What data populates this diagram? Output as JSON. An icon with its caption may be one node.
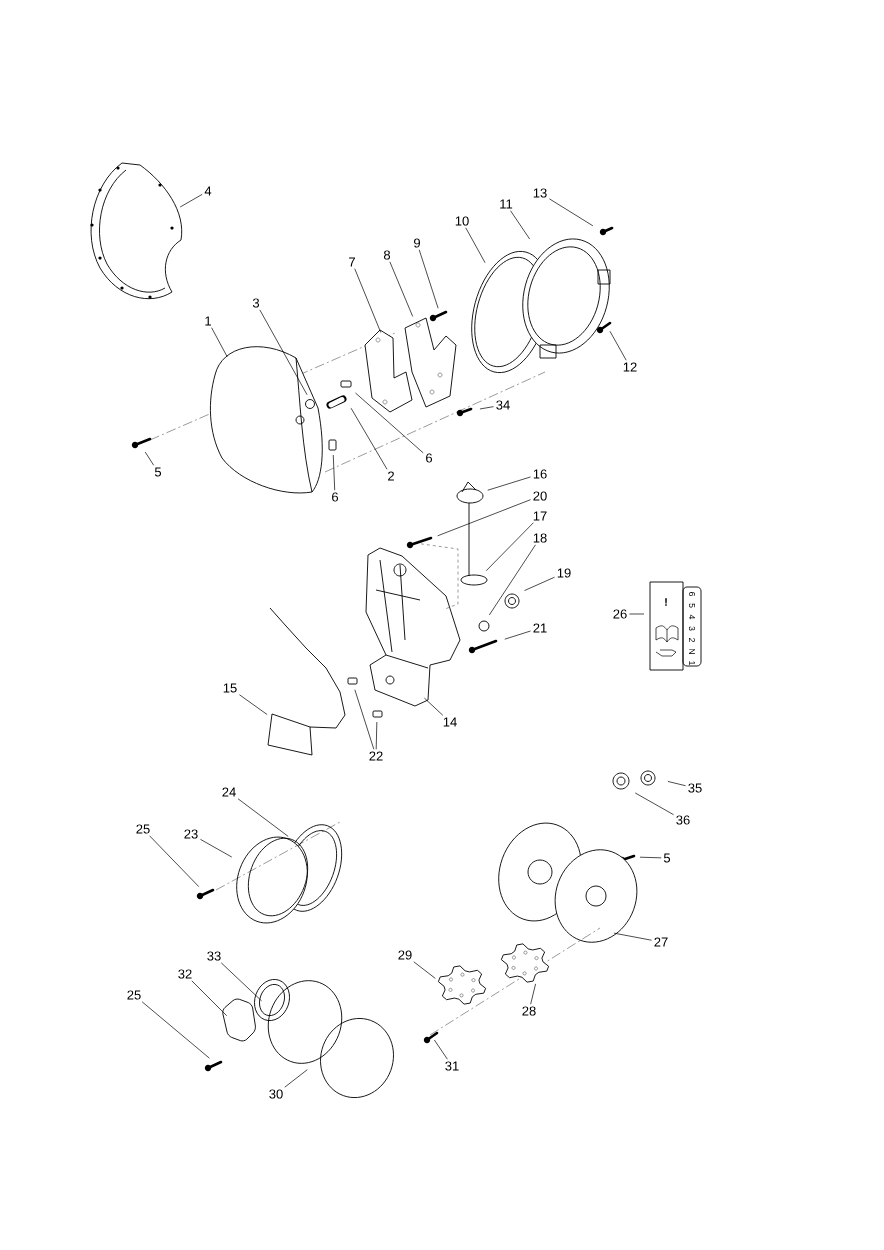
{
  "diagram": {
    "nodes": [
      {
        "text": [
          "4"
        ]
      },
      {
        "text": [
          "13"
        ]
      },
      {
        "text": [
          "11"
        ]
      },
      {
        "text": [
          "10"
        ]
      },
      {
        "text": [
          "9"
        ]
      },
      {
        "text": [
          "8"
        ]
      },
      {
        "text": [
          "7"
        ]
      },
      {
        "text": [
          "3"
        ]
      },
      {
        "text": [
          "1"
        ]
      },
      {
        "text": [
          "12"
        ]
      },
      {
        "text": [
          "34"
        ]
      },
      {
        "text": [
          "6"
        ]
      },
      {
        "text": [
          "2"
        ]
      },
      {
        "text": [
          "5"
        ]
      },
      {
        "text": [
          "6"
        ]
      },
      {
        "text": [
          "16"
        ]
      },
      {
        "text": [
          "20"
        ]
      },
      {
        "text": [
          "17"
        ]
      },
      {
        "text": [
          "18"
        ]
      },
      {
        "text": [
          "19"
        ]
      },
      {
        "text": [
          "26"
        ]
      },
      {
        "text": [
          "21"
        ]
      },
      {
        "text": [
          "15"
        ]
      },
      {
        "text": [
          "14"
        ]
      },
      {
        "text": [
          "22"
        ]
      },
      {
        "text": [
          "35"
        ]
      },
      {
        "text": [
          "24"
        ]
      },
      {
        "text": [
          "36"
        ]
      },
      {
        "text": [
          "23"
        ]
      },
      {
        "text": [
          "25"
        ]
      },
      {
        "text": [
          "5"
        ]
      },
      {
        "text": [
          "27"
        ]
      },
      {
        "text": [
          "29"
        ]
      },
      {
        "text": [
          "33"
        ]
      },
      {
        "text": [
          "32"
        ]
      },
      {
        "text": [
          "25"
        ]
      },
      {
        "text": [
          "28"
        ]
      },
      {
        "text": [
          "31"
        ]
      },
      {
        "text": [
          "30"
        ]
      }
    ],
    "edges": [
      {
        "from": 0,
        "to": null,
        "arrow": "none"
      },
      {
        "from": 1,
        "to": null,
        "arrow": "none"
      },
      {
        "from": 2,
        "to": null,
        "arrow": "none"
      },
      {
        "from": 3,
        "to": null,
        "arrow": "none"
      },
      {
        "from": 4,
        "to": null,
        "arrow": "none"
      },
      {
        "from": 5,
        "to": null,
        "arrow": "none"
      },
      {
        "from": 6,
        "to": null,
        "arrow": "none"
      },
      {
        "from": 7,
        "to": null,
        "arrow": "none"
      },
      {
        "from": 8,
        "to": null,
        "arrow": "none"
      },
      {
        "from": 9,
        "to": null,
        "arrow": "none"
      },
      {
        "from": 10,
        "to": null,
        "arrow": "none"
      },
      {
        "from": 11,
        "to": null,
        "arrow": "none"
      },
      {
        "from": 12,
        "to": null,
        "arrow": "none"
      },
      {
        "from": 13,
        "to": null,
        "arrow": "none"
      },
      {
        "from": 14,
        "to": null,
        "arrow": "none"
      },
      {
        "from": 15,
        "to": null,
        "arrow": "none"
      },
      {
        "from": 16,
        "to": null,
        "arrow": "none"
      },
      {
        "from": 17,
        "to": null,
        "arrow": "none"
      },
      {
        "from": 18,
        "to": null,
        "arrow": "none"
      },
      {
        "from": 19,
        "to": null,
        "arrow": "none"
      },
      {
        "from": 20,
        "to": null,
        "arrow": "none"
      },
      {
        "from": 21,
        "to": null,
        "arrow": "none"
      },
      {
        "from": 22,
        "to": null,
        "arrow": "none"
      },
      {
        "from": 23,
        "to": null,
        "arrow": "none"
      },
      {
        "from": 24,
        "to": null,
        "arrow": "none"
      },
      {
        "from": 24,
        "to": null,
        "arrow": "none"
      },
      {
        "from": 25,
        "to": null,
        "arrow": "none"
      },
      {
        "from": 26,
        "to": null,
        "arrow": "none"
      },
      {
        "from": 27,
        "to": null,
        "arrow": "none"
      },
      {
        "from": 28,
        "to": null,
        "arrow": "none"
      },
      {
        "from": 29,
        "to": null,
        "arrow": "none"
      },
      {
        "from": 30,
        "to": null,
        "arrow": "none"
      },
      {
        "from": 31,
        "to": null,
        "arrow": "none"
      },
      {
        "from": 32,
        "to": null,
        "arrow": "none"
      },
      {
        "from": 33,
        "to": null,
        "arrow": "none"
      },
      {
        "from": 34,
        "to": null,
        "arrow": "none"
      },
      {
        "from": 35,
        "to": null,
        "arrow": "none"
      },
      {
        "from": 36,
        "to": null,
        "arrow": "none"
      },
      {
        "from": 37,
        "to": null,
        "arrow": "none"
      },
      {
        "from": 38,
        "to": null,
        "arrow": "none"
      }
    ],
    "labels": [
      "!",
      "6",
      "5",
      "4",
      "3",
      "2",
      "N",
      "1"
    ]
  }
}
